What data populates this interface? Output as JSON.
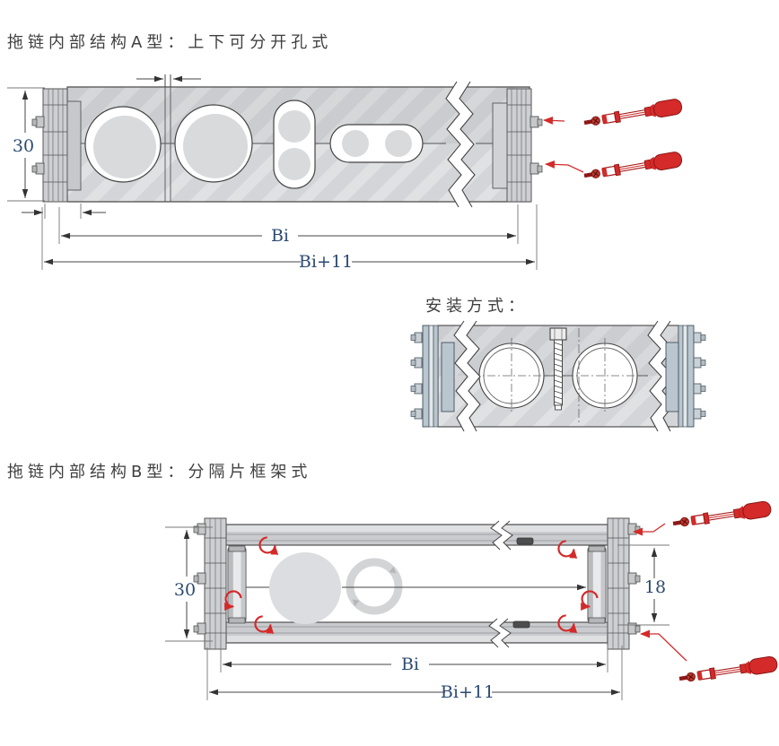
{
  "titles": {
    "type_a": "拖链内部结构A型：上下可分开孔式",
    "install": "安装方式：",
    "type_b": "拖链内部结构B型：分隔片框架式"
  },
  "dims": {
    "a_height": "30",
    "a_inner_width": "Bi",
    "a_outer_width": "Bi+11",
    "b_height": "30",
    "b_divider_height": "18",
    "b_inner_width": "Bi",
    "b_outer_width": "Bi+11"
  },
  "colors": {
    "accent_red": "#d42a2a",
    "dimension_text": "#2b4a72",
    "title_text": "#3f3f3f",
    "body_gray": "#d3d5d8",
    "plate_blue": "#b9c6d0",
    "outline": "#444444"
  },
  "icons": {
    "screwdriver": "red nut-driver with screw",
    "rotation_arrow": "red curved rotation arrow",
    "insert_arrow": "red insertion pointer arrow",
    "break_line": "zigzag section break"
  }
}
